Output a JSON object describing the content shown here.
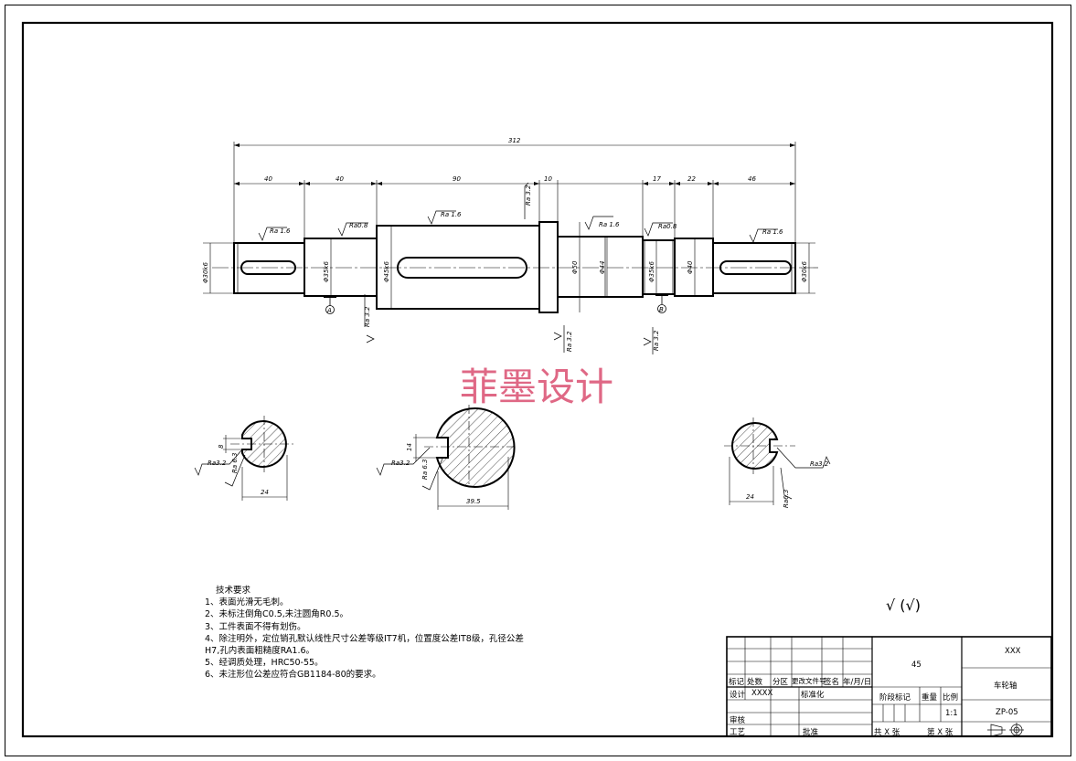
{
  "watermark": "菲墨设计",
  "dimensions": {
    "overall": "312",
    "seg1": "40",
    "seg2": "40",
    "seg3": "90",
    "seg4": "10",
    "seg5": "17",
    "seg6": "22",
    "seg7": "46",
    "key_left": "8",
    "key_mid": "14",
    "sec_left_width": "24",
    "sec_mid_width": "39.5",
    "sec_right_width": "24"
  },
  "diameters": {
    "d1": "Φ30k6",
    "d2": "Φ35k6",
    "d3": "Φ45k6",
    "d4": "Φ50",
    "d5": "Φ44",
    "d6": "Φ35k6",
    "d7": "Φ40",
    "d8": "Φ30k6"
  },
  "roughness": {
    "r1": "Ra 1.6",
    "r2": "Ra0.8",
    "r3": "Ra 1.6",
    "r4": "Ra 3.2",
    "r5": "Ra 1.6",
    "r6": "Ra0.8",
    "r7": "Ra 1.6",
    "r8": "Ra 3.2",
    "r9": "Ra 3.2",
    "r10": "Ra 3.2",
    "s1": "Ra3.2",
    "s2": "Ra 6.3",
    "s3": "Ra3.2",
    "s4": "Ra 6.3",
    "s5": "Ra3.2",
    "s6": "Ra6.3"
  },
  "datums": {
    "a": "A",
    "b": "B"
  },
  "general_roughness": "√ (√)",
  "notes": {
    "title": "技术要求",
    "items": [
      "1、表面光滑无毛刺。",
      "2、未标注倒角C0.5,未注圆角R0.5。",
      "3、工件表面不得有划伤。",
      "4、除注明外，定位销孔默认线性尺寸公差等级IT7机，位置度公差IT8级，孔径公差",
      "H7,孔内表面粗糙度RA1.6。",
      "5、经调质处理，HRC50-55。",
      "6、未注形位公差应符合GB1184-80的要求。"
    ]
  },
  "title_block": {
    "mark": "标记",
    "count": "处数",
    "zone": "分区",
    "change_doc": "更改文件号",
    "signature": "签名",
    "date": "年/月/日",
    "design": "设计",
    "designer": "XXXX",
    "standardize": "标准化",
    "review": "审核",
    "process": "工艺",
    "approve": "批准",
    "material": "45",
    "stage_mark": "阶段标记",
    "weight": "重量",
    "scale": "比例",
    "scale_value": "1:1",
    "sheets_total": "共 X 张",
    "sheet_no": "第 X 张",
    "company": "XXX",
    "part_name": "车轮轴",
    "drawing_no": "ZP-05"
  }
}
